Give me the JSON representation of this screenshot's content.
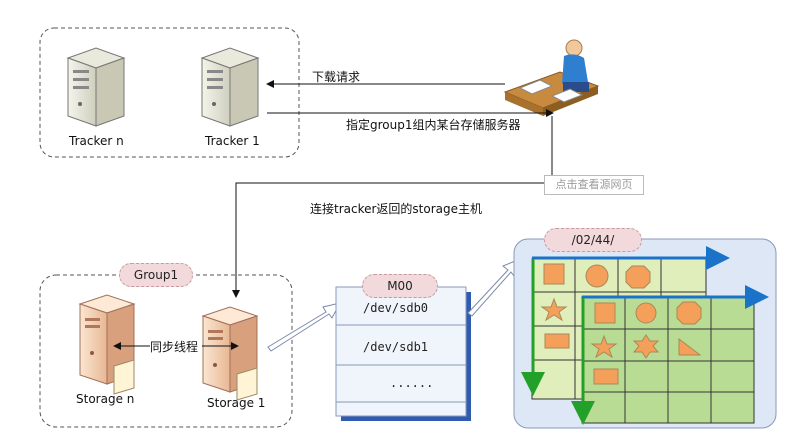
{
  "trackers": {
    "tracker_n": "Tracker n",
    "tracker_1": "Tracker 1"
  },
  "requests": {
    "download": "下载请求",
    "assign": "指定group1组内某台存储服务器",
    "connect": "连接tracker返回的storage主机"
  },
  "watermark": "点击查看源网页",
  "group": {
    "name": "Group1",
    "sync_label": "同步线程",
    "storage_n": "Storage n",
    "storage_1": "Storage 1"
  },
  "disk": {
    "label": "M00",
    "rows": [
      "/dev/sdb0",
      "/dev/sdb1",
      "......"
    ]
  },
  "path": {
    "label": "/02/44/"
  },
  "colors": {
    "dashed_border": "#555555",
    "pill_fill": "#f2d9dc",
    "grid_back": "#dfeebb",
    "grid_front": "#b9dc94",
    "shape_fill": "#f5a05a",
    "blue_arrow": "#1a73c9",
    "green_arrow": "#22a02a",
    "disk_fill": "#f0f4fb"
  }
}
